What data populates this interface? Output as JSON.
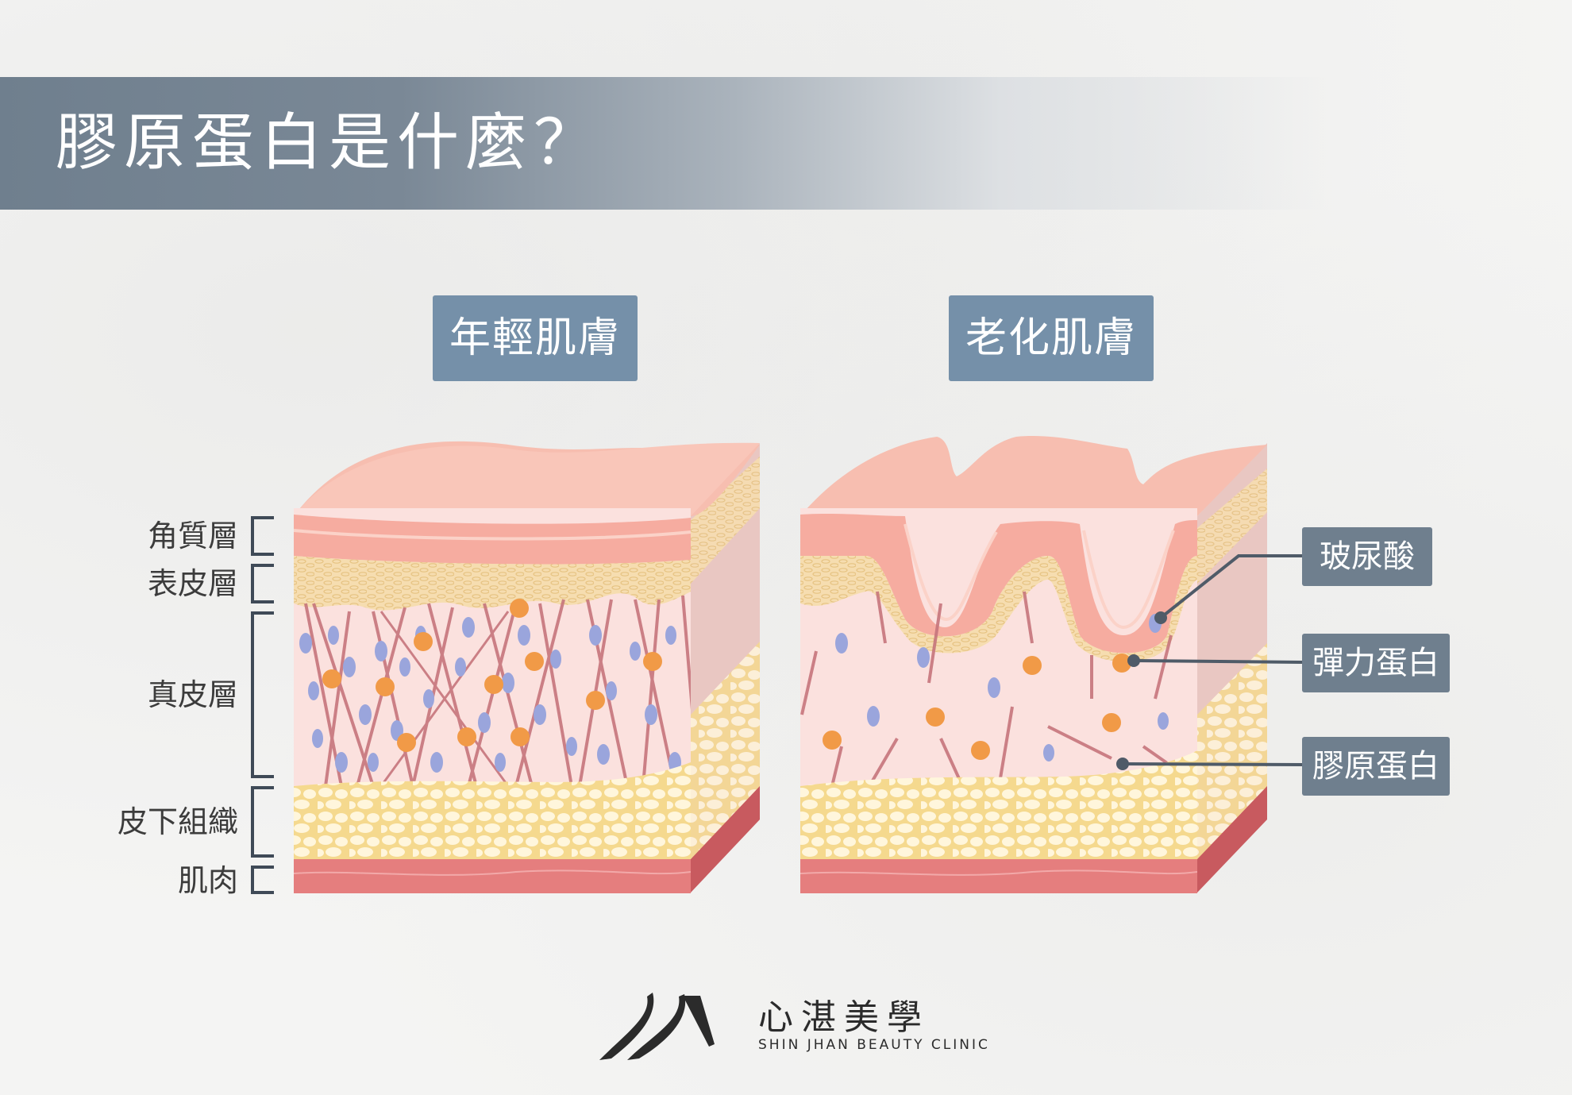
{
  "title": "膠原蛋白是什麼？",
  "panels": {
    "young_label": "年輕肌膚",
    "aged_label": "老化肌膚"
  },
  "layer_labels": {
    "stratum_corneum": "角質層",
    "epidermis": "表皮層",
    "dermis": "真皮層",
    "subcutaneous": "皮下組織",
    "muscle": "肌肉"
  },
  "legend": {
    "hyaluronic_acid": "玻尿酸",
    "elastin": "彈力蛋白",
    "collagen": "膠原蛋白"
  },
  "colors": {
    "banner": "#6f7f8e",
    "tag": "#7590a9",
    "skin_top": "#f6b9ad",
    "dermis": "#fbe1de",
    "collagen_fiber": "#c6757c",
    "hyaluronic": "#9aa5dc",
    "elastin": "#f19a47",
    "fat": "#f7df9a",
    "muscle": "#e57e7e"
  },
  "brand": {
    "name_cn": "心湛美學",
    "name_en": "SHIN JHAN BEAUTY CLINIC"
  }
}
